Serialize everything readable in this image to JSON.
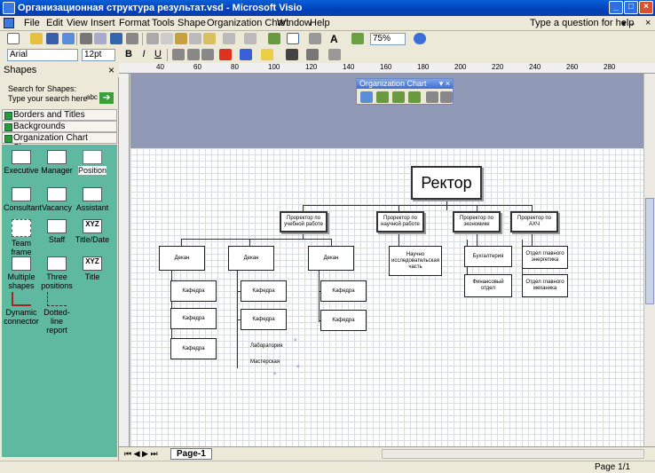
{
  "window": {
    "title": "Организационная структура результат.vsd - Microsoft Visio"
  },
  "menu": [
    "File",
    "Edit",
    "View",
    "Insert",
    "Format",
    "Tools",
    "Shape",
    "Organization Chart",
    "Window",
    "Help"
  ],
  "help_placeholder": "Type a question for help",
  "toolbar": {
    "zoom": "75%",
    "font": "Arial",
    "font_size": "12pt",
    "bold": "B",
    "italic": "I",
    "underline": "U"
  },
  "shapes_panel": {
    "title": "Shapes",
    "search_label": "Search for Shapes:",
    "search_placeholder": "Type your search here",
    "stencils": [
      "Borders and Titles",
      "Backgrounds",
      "Organization Chart Shapes"
    ],
    "masters": [
      "Executive",
      "Manager",
      "Position",
      "Consultant",
      "Vacancy",
      "Assistant",
      "Team frame",
      "Staff",
      "Title/Date",
      "Multiple shapes",
      "Three positions",
      "Title",
      "Dynamic connector",
      "Dotted-line report"
    ]
  },
  "org_toolbar": {
    "title": "Organization Chart"
  },
  "chart": {
    "root": "Ректор",
    "prorectors": [
      "Проректор по учебной работе",
      "Проректор по научной работе",
      "Проректор по экономике",
      "Проректор по АХЧ"
    ],
    "dean": "Декан",
    "kafedra": "Кафедра",
    "lab": "Лаборатория",
    "workshop": "Мастерская",
    "science": "Научно исследовательская часть",
    "accounting": "Бухгалтерия",
    "finance": "Финансовый отдел",
    "energy": "Отдел главного энергетика",
    "mech": "Отдел главного механика"
  },
  "ruler_ticks": [
    "40",
    "60",
    "80",
    "100",
    "120",
    "140",
    "160",
    "180",
    "200",
    "220",
    "240",
    "260",
    "280"
  ],
  "page_tab": "Page-1",
  "status": {
    "page": "Page 1/1"
  }
}
